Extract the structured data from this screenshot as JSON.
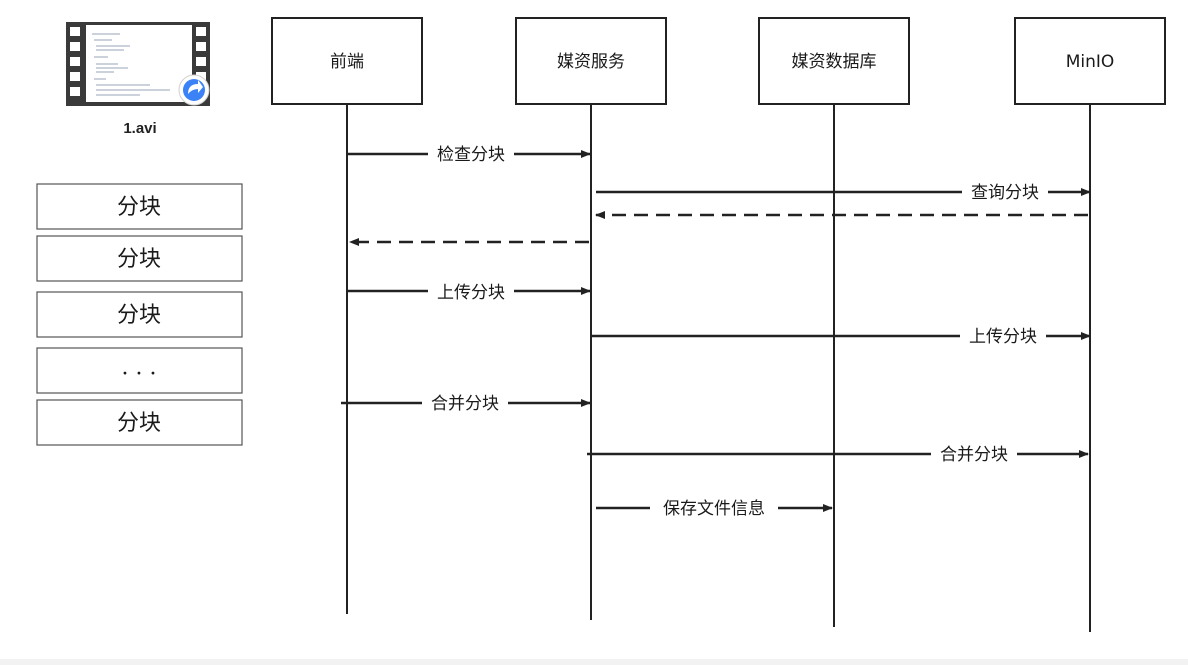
{
  "file": {
    "name": "1.avi",
    "icon": "video-file-icon"
  },
  "chunks": [
    "分块",
    "分块",
    "分块",
    "· · ·",
    "分块"
  ],
  "participants": [
    {
      "id": "frontend",
      "label": "前端"
    },
    {
      "id": "media-service",
      "label": "媒资服务"
    },
    {
      "id": "media-db",
      "label": "媒资数据库"
    },
    {
      "id": "minio",
      "label": "MinIO"
    }
  ],
  "messages": [
    {
      "from": "frontend",
      "to": "media-service",
      "label": "检查分块",
      "style": "solid"
    },
    {
      "from": "media-service",
      "to": "minio",
      "label": "查询分块",
      "style": "solid"
    },
    {
      "from": "minio",
      "to": "media-service",
      "label": "",
      "style": "dashed"
    },
    {
      "from": "media-service",
      "to": "frontend",
      "label": "",
      "style": "dashed"
    },
    {
      "from": "frontend",
      "to": "media-service",
      "label": "上传分块",
      "style": "solid"
    },
    {
      "from": "media-service",
      "to": "minio",
      "label": "上传分块",
      "style": "solid"
    },
    {
      "from": "frontend",
      "to": "media-service",
      "label": "合并分块",
      "style": "solid"
    },
    {
      "from": "media-service",
      "to": "minio",
      "label": "合并分块",
      "style": "solid"
    },
    {
      "from": "media-service",
      "to": "media-db",
      "label": "保存文件信息",
      "style": "solid"
    }
  ],
  "colors": {
    "line": "#222222",
    "box_border": "#222222",
    "chunk_border": "#555555",
    "text": "#1a1a1a"
  }
}
